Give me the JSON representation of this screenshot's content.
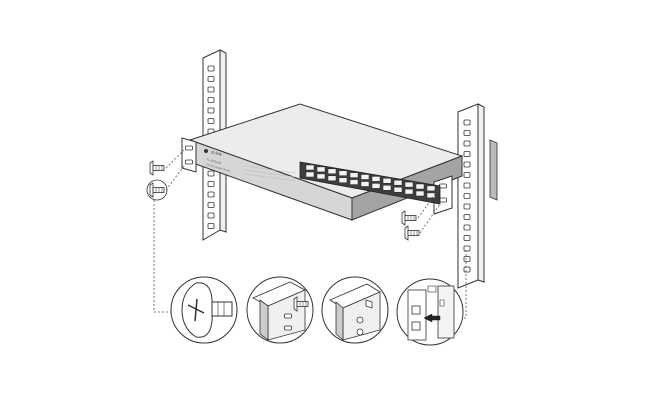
{
  "diagram": {
    "brand_text": "tp-link",
    "model_text": "TL-SG1024",
    "subtitle_text": "24-Port Gigabit Switch",
    "colors": {
      "line": "#333333",
      "switch_top": "#e8e8e8",
      "switch_front": "#d0d0d0",
      "switch_side": "#9a9a9a",
      "port_block": "#4a4a4a",
      "rail": "#ffffff",
      "leader": "#555555"
    },
    "icons": {
      "screw": "screw-icon",
      "bracket": "mounting-bracket",
      "arrow": "insert-arrow-icon"
    }
  }
}
